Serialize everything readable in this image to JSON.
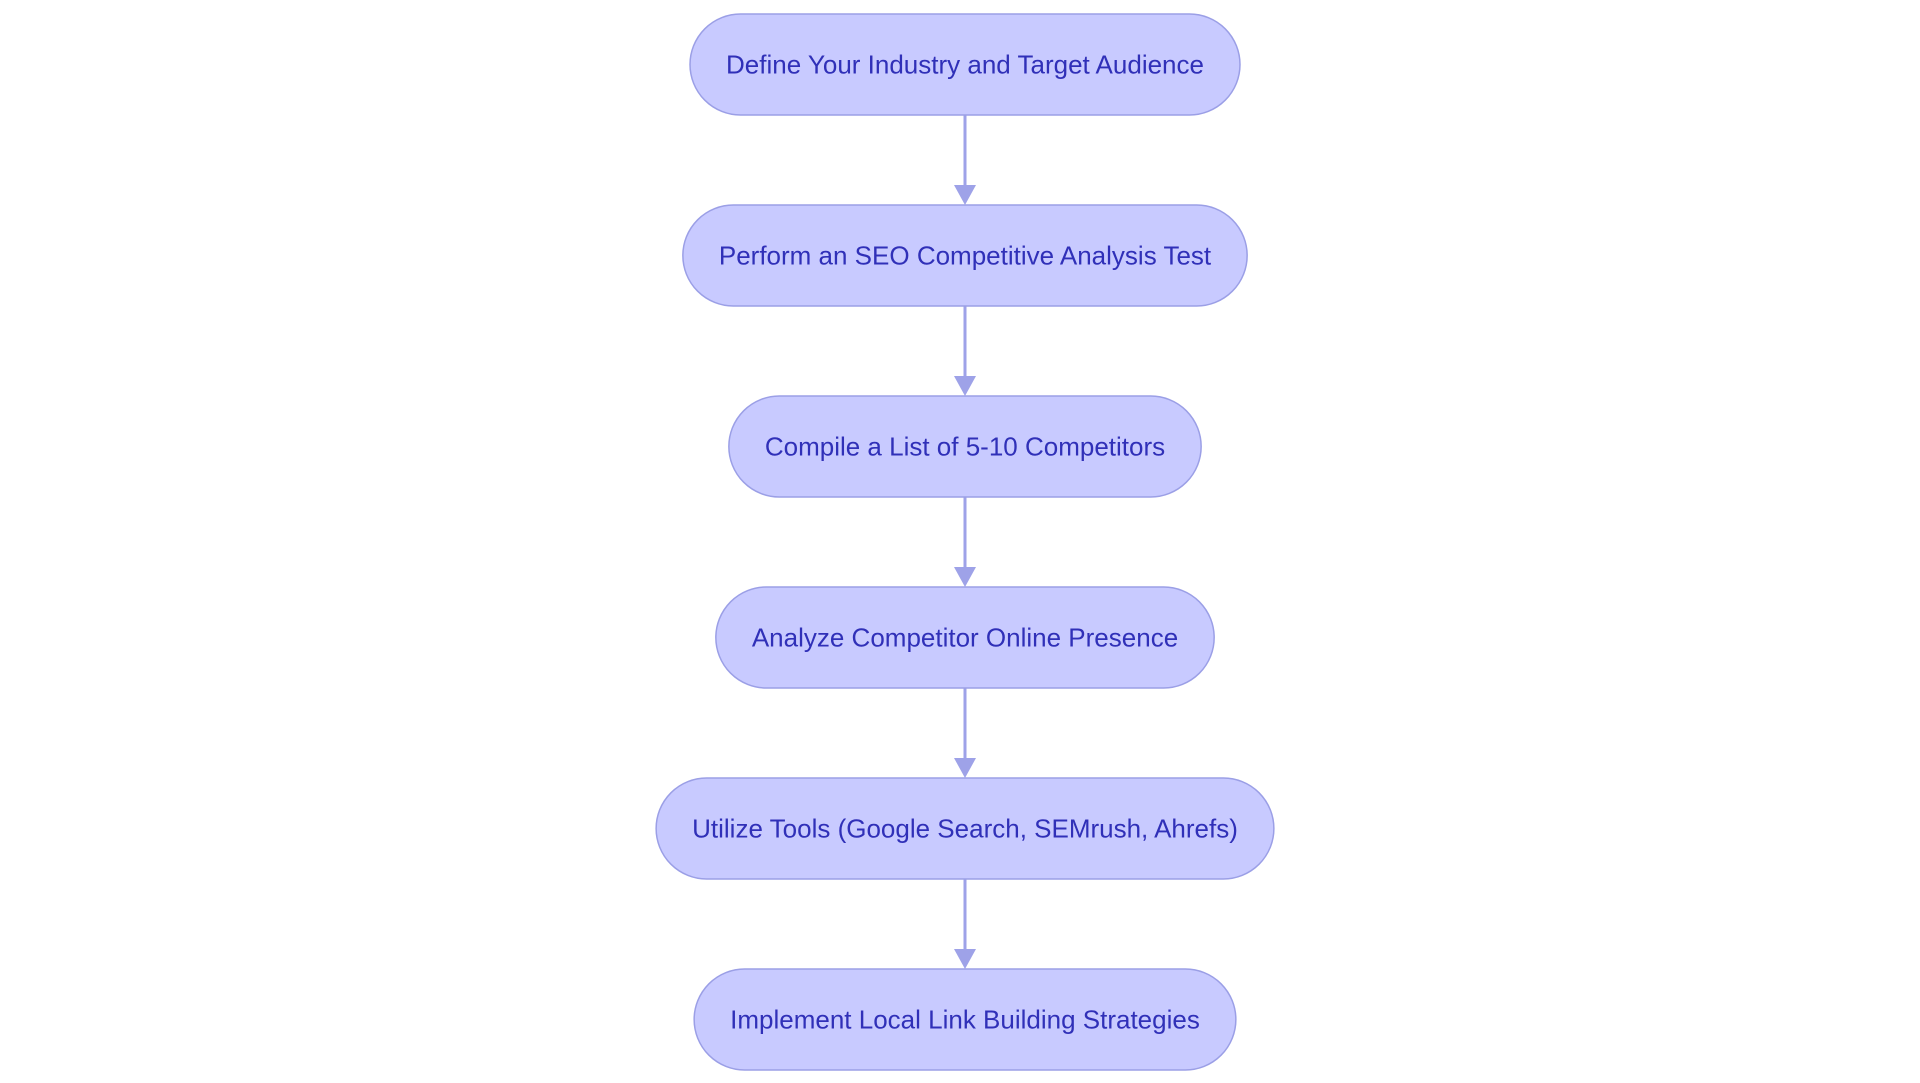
{
  "diagram": {
    "type": "flowchart",
    "direction": "top-to-bottom",
    "colors": {
      "node_fill": "#c8caff",
      "node_border": "#9b9fe6",
      "node_text": "#3030b8",
      "edge": "#9ea2e8",
      "background": "#ffffff"
    },
    "nodes": [
      {
        "id": "n1",
        "label": "Define Your Industry and Target Audience"
      },
      {
        "id": "n2",
        "label": "Perform an SEO Competitive Analysis Test"
      },
      {
        "id": "n3",
        "label": "Compile a List of 5-10 Competitors"
      },
      {
        "id": "n4",
        "label": "Analyze Competitor Online Presence"
      },
      {
        "id": "n5",
        "label": "Utilize Tools (Google Search, SEMrush, Ahrefs)"
      },
      {
        "id": "n6",
        "label": "Implement Local Link Building Strategies"
      }
    ],
    "edges": [
      {
        "from": "n1",
        "to": "n2"
      },
      {
        "from": "n2",
        "to": "n3"
      },
      {
        "from": "n3",
        "to": "n4"
      },
      {
        "from": "n4",
        "to": "n5"
      },
      {
        "from": "n5",
        "to": "n6"
      }
    ]
  }
}
